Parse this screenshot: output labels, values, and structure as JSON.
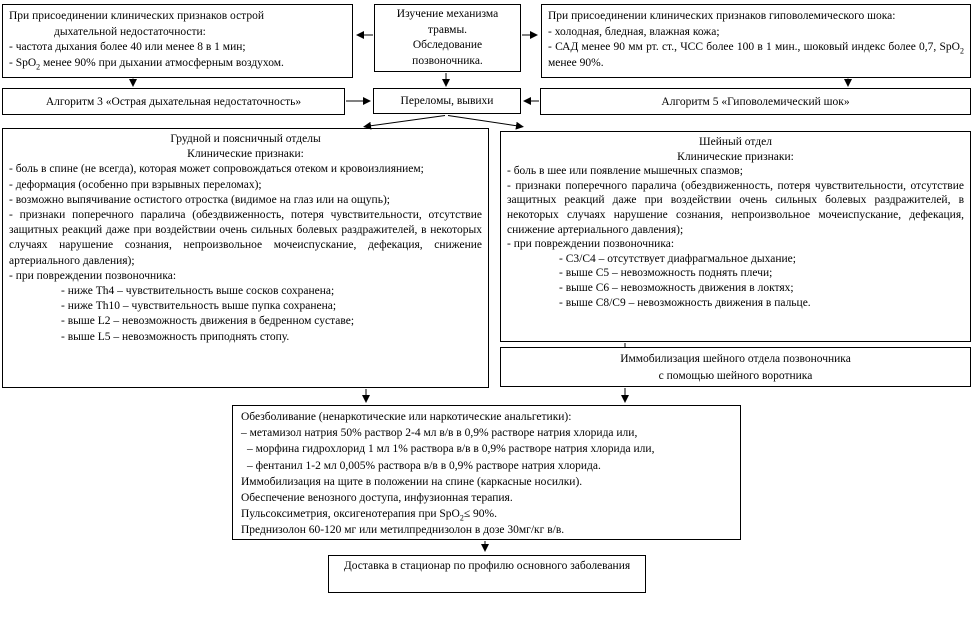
{
  "diagram": {
    "colors": {
      "line": "#000000",
      "background": "#ffffff"
    },
    "top_left": {
      "l1": "При присоединении клинических признаков острой",
      "l2": "дыхательной недостаточности:",
      "l3": "- частота дыхания более 40 или менее 8 в 1 мин;",
      "l4_pre": "- SpO",
      "l4_sub": "2",
      "l4_post": " менее 90% при дыхании атмосферным воздухом."
    },
    "top_center": {
      "l1": "Изучение механизма травмы.",
      "l2": "Обследование позвоночника."
    },
    "top_right": {
      "l1": "При присоединении клинических признаков гиповолемического шока:",
      "l2": "- холодная, бледная, влажная кожа;",
      "l3_pre": "- САД менее 90 мм рт. ст., ЧСС более 100 в 1 мин., шоковый индекс более 0,7, SpO",
      "l3_sub": "2",
      "l3_post": " менее 90%."
    },
    "algorithm3": "Алгоритм 3 «Острая дыхательная недостаточность»",
    "fractures": "Переломы, вывихи",
    "algorithm5": "Алгоритм 5 «Гиповолемический шок»",
    "thoracolumbar": {
      "h1": "Грудной и поясничный отделы",
      "h2": "Клинические признаки:",
      "p1": "- боль в спине (не всегда), которая может сопровождаться отеком и кровоизлиянием;",
      "p2": "- деформация (особенно при взрывных переломах);",
      "p3": "- возможно выпячивание остистого отростка (видимое на глаз или на ощупь);",
      "p4": "- признаки поперечного паралича (обездвиженность, потеря чувствительности, отсутствие защитных реакций даже при воздействии очень сильных болевых раздражителей, в некоторых случаях нарушение сознания, непроизвольное мочеиспускание, дефекация, снижение артериального давления);",
      "p5": "- при повреждении позвоночника:",
      "s1": "- ниже Th4 – чувствительность выше сосков сохранена;",
      "s2": "- ниже Th10 – чувствительность выше пупка сохранена;",
      "s3": "- выше L2 – невозможность движения в бедренном суставе;",
      "s4": "- выше L5 – невозможность приподнять стопу."
    },
    "cervical": {
      "h1": "Шейный отдел",
      "h2": "Клинические признаки:",
      "p1": "- боль в шее или появление мышечных спазмов;",
      "p2": "- признаки поперечного паралича (обездвиженность, потеря чувствительности, отсутствие защитных реакций даже при воздействии очень сильных болевых раздражителей, в некоторых случаях нарушение сознания, непроизвольное мочеиспускание, дефекация, снижение артериального давления);",
      "p3": "- при повреждении позвоночника:",
      "s1": "- С3/С4 – отсутствует диафрагмальное дыхание;",
      "s2": "- выше С5 – невозможность поднять плечи;",
      "s3": "- выше С6 – невозможность движения в локтях;",
      "s4": "- выше С8/С9 – невозможность движения в пальце."
    },
    "immobilization": {
      "l1": "Иммобилизация шейного отдела позвоночника",
      "l2": "с помощью шейного воротника"
    },
    "treatment": {
      "l1": "Обезболивание (ненаркотические или наркотические анальгетики):",
      "l2": "– метамизол натрия 50% раствор 2-4 мл в/в в 0,9% растворе натрия хлорида или,",
      "l3": "– морфина гидрохлорид 1 мл 1% раствора в/в в 0,9% растворе натрия хлорида или,",
      "l4": "– фентанил 1-2 мл 0,005% раствора в/в в 0,9% растворе натрия хлорида.",
      "l5": "Иммобилизация на щите в положении на спине (каркасные носилки).",
      "l6": "Обеспечение венозного доступа, инфузионная терапия.",
      "l7_pre": "Пульсоксиметрия, оксигенотерапия при SpO",
      "l7_sub": "2",
      "l7_post": "≤ 90%.",
      "l8": "Преднизолон 60-120 мг или метилпреднизолон в дозе 30мг/кг в/в."
    },
    "transport": "Доставка в стационар по профилю основного заболевания"
  }
}
